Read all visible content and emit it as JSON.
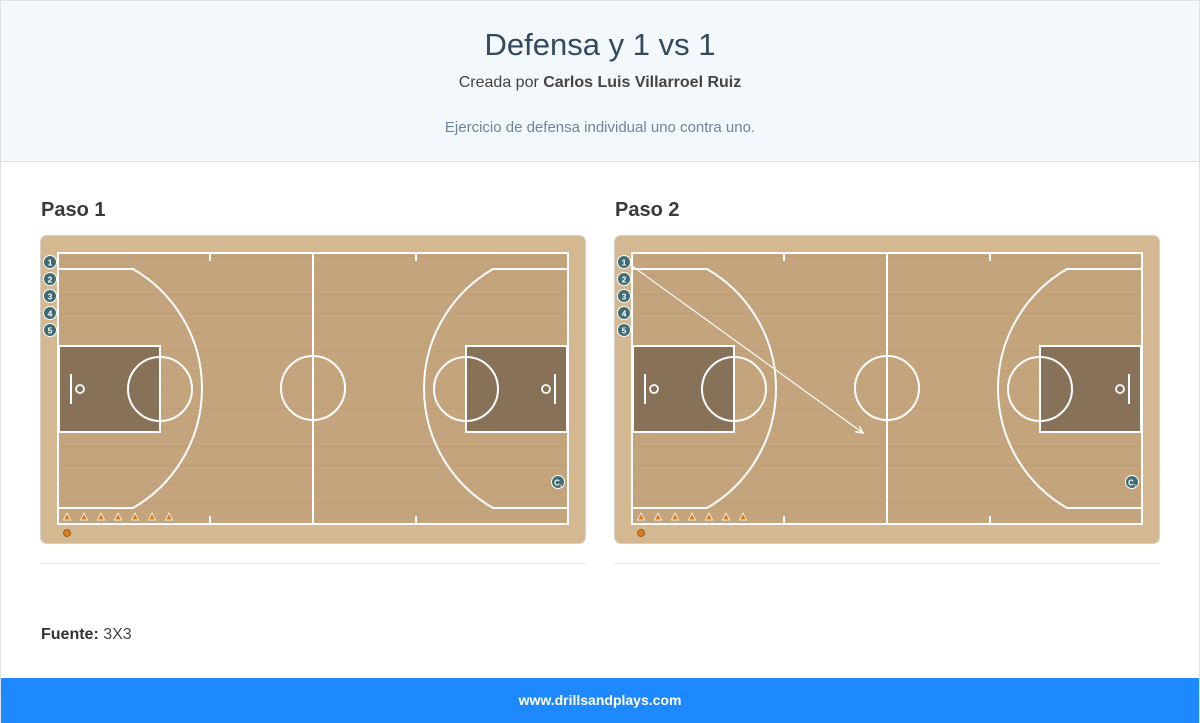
{
  "header": {
    "title": "Defensa y 1 vs 1",
    "author_prefix": "Creada por",
    "author_name": "Carlos Luis Villarroel Ruiz",
    "description": "Ejercicio de defensa individual uno contra uno."
  },
  "steps": [
    {
      "title": "Paso 1",
      "players": [
        "1",
        "2",
        "3",
        "4",
        "5"
      ],
      "coach_label": "C",
      "coach_sub": "1",
      "show_arrow": false
    },
    {
      "title": "Paso 2",
      "players": [
        "1",
        "2",
        "3",
        "4",
        "5"
      ],
      "coach_label": "C",
      "coach_sub": "1",
      "show_arrow": true
    }
  ],
  "source": {
    "label": "Fuente:",
    "value": "3X3"
  },
  "footer": {
    "text": "www.drillsandplays.com"
  },
  "colors": {
    "court": "#c4a47c",
    "paint": "#7d6a53",
    "player": "#3f6b73",
    "cone": "#e07b1a",
    "footer": "#1e88ff"
  },
  "icons": {
    "player": "numbered-player-marker",
    "coach": "coach-marker",
    "cone": "cone-icon",
    "ball": "ball-icon"
  }
}
